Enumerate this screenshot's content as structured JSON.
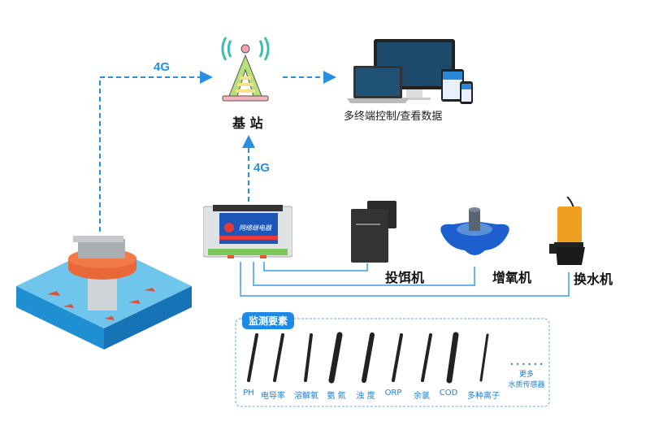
{
  "diagram": {
    "link_labels": {
      "top": "4G",
      "vertical": "4G"
    },
    "base_station": {
      "label": "基 站",
      "icon": "cell-tower-icon"
    },
    "terminals": {
      "label": "多终端控制/查看数据",
      "icon": "multi-device-icon"
    },
    "relay": {
      "title": "网络继电器",
      "icon": "network-relay-icon"
    },
    "buoy": {
      "icon": "monitoring-buoy-pond-icon"
    },
    "devices": [
      {
        "label": "投饵机",
        "icon": "feeder-icon"
      },
      {
        "label": "增氧机",
        "icon": "aerator-icon"
      },
      {
        "label": "换水机",
        "icon": "water-pump-icon"
      }
    ],
    "monitor": {
      "title": "监测要素",
      "sensors": [
        "PH",
        "电导率",
        "溶解氧",
        "氨 氮",
        "浊 度",
        "ORP",
        "余氯",
        "COD",
        "多种离子"
      ],
      "more_dots": "• • • • • •",
      "more_line1": "更多",
      "more_line2": "水质传感器"
    },
    "colors": {
      "accent": "#2a8fe0",
      "line": "#3a9be6",
      "badge": "#1e8ae6"
    }
  }
}
